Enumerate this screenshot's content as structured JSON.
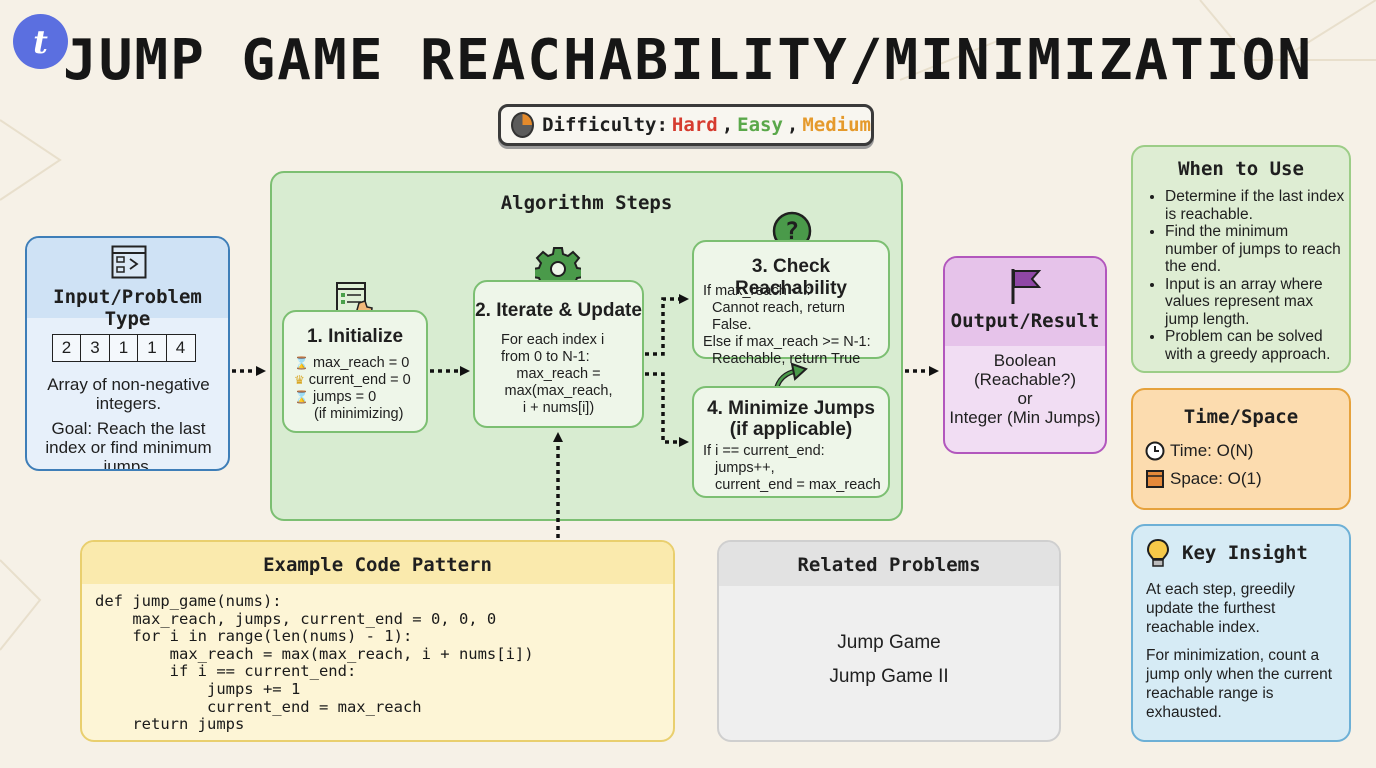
{
  "title": "JUMP GAME REACHABILITY/MINIMIZATION",
  "difficulty": {
    "label": "Difficulty:",
    "levels": [
      {
        "text": "Hard",
        "color": "#d63b2f"
      },
      {
        "text": "Easy",
        "color": "#5aa84a"
      },
      {
        "text": "Medium",
        "color": "#e59a2c"
      }
    ],
    "sep1": ",",
    "sep2": ","
  },
  "input": {
    "title": "Input/Problem Type",
    "array": [
      "2",
      "3",
      "1",
      "1",
      "4"
    ],
    "desc": "Array of non-negative integers.",
    "goal": "Goal: Reach the last index or find minimum jumps."
  },
  "algorithm": {
    "title": "Algorithm Steps",
    "step1": {
      "title": "1. Initialize",
      "lines": [
        "max_reach = 0",
        "current_end = 0",
        "jumps = 0",
        "(if minimizing)"
      ]
    },
    "step2": {
      "title": "2. Iterate & Update",
      "lines": [
        "For each index i",
        "from 0 to N-1:",
        "max_reach =",
        "max(max_reach,",
        "i + nums[i])"
      ]
    },
    "step3": {
      "title": "3. Check Reachability",
      "lines": [
        "If max_reach < i:",
        "Cannot reach, return False.",
        "Else if max_reach >= N-1:",
        "Reachable, return True"
      ]
    },
    "step4": {
      "title1": "4. Minimize Jumps",
      "title2": "(if applicable)",
      "lines": [
        "If i == current_end:",
        "jumps++,",
        "current_end = max_reach"
      ]
    }
  },
  "output": {
    "title": "Output/Result",
    "lines": [
      "Boolean",
      "(Reachable?)",
      "or",
      "Integer (Min Jumps)"
    ]
  },
  "when_to_use": {
    "title": "When to Use",
    "items": [
      "Determine if the last index is reachable.",
      "Find the minimum number of jumps to reach the end.",
      "Input is an array where values represent max jump length.",
      "Problem can be solved with a greedy approach."
    ]
  },
  "time_space": {
    "title": "Time/Space",
    "time": "Time: O(N)",
    "space": "Space: O(1)"
  },
  "key_insight": {
    "title": "Key Insight",
    "p1": "At each step, greedily update the furthest reachable index.",
    "p2": "For minimization, count a jump only when the current reachable range is exhausted."
  },
  "code": {
    "title": "Example Code Pattern",
    "text": "def jump_game(nums):\n    max_reach, jumps, current_end = 0, 0, 0\n    for i in range(len(nums) - 1):\n        max_reach = max(max_reach, i + nums[i])\n        if i == current_end:\n            jumps += 1\n            current_end = max_reach\n    return jumps"
  },
  "related": {
    "title": "Related Problems",
    "items": [
      "Jump Game",
      "Jump Game II"
    ]
  }
}
